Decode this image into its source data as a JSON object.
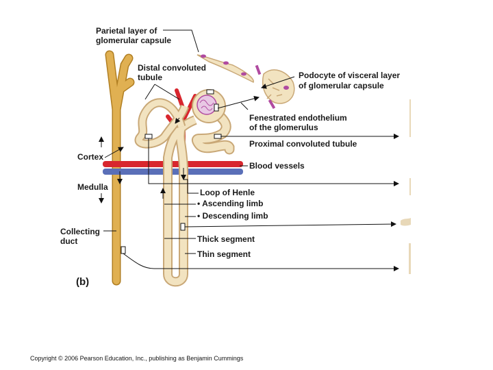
{
  "labels": {
    "parietal_l1": "Parietal layer of",
    "parietal_l2": "glomerular capsule",
    "distal_l1": "Distal convoluted",
    "distal_l2": "tubule",
    "podocyte_l1": "Podocyte of visceral layer",
    "podocyte_l2": "of glomerular capsule",
    "fenestrated_l1": "Fenestrated endothelium",
    "fenestrated_l2": "of the glomerulus",
    "proximal": "Proximal convoluted tubule",
    "cortex": "Cortex",
    "blood_vessels": "Blood vessels",
    "medulla": "Medulla",
    "loop": "Loop of Henle",
    "ascending": "• Ascending limb",
    "descending": "• Descending limb",
    "collecting_l1": "Collecting",
    "collecting_l2": "duct",
    "thick": "Thick segment",
    "thin": "Thin segment",
    "panel": "(b)"
  },
  "copyright": "Copyright © 2006 Pearson Education, Inc., publishing as Benjamin Cummings",
  "colors": {
    "tubule": "#f2e3c0",
    "tubule_edge": "#c9a877",
    "duct": "#e0b052",
    "duct_edge": "#b07e22",
    "artery": "#d8262e",
    "vein": "#5a6fb8",
    "nucleus": "#b04aa0",
    "line": "#111111"
  }
}
